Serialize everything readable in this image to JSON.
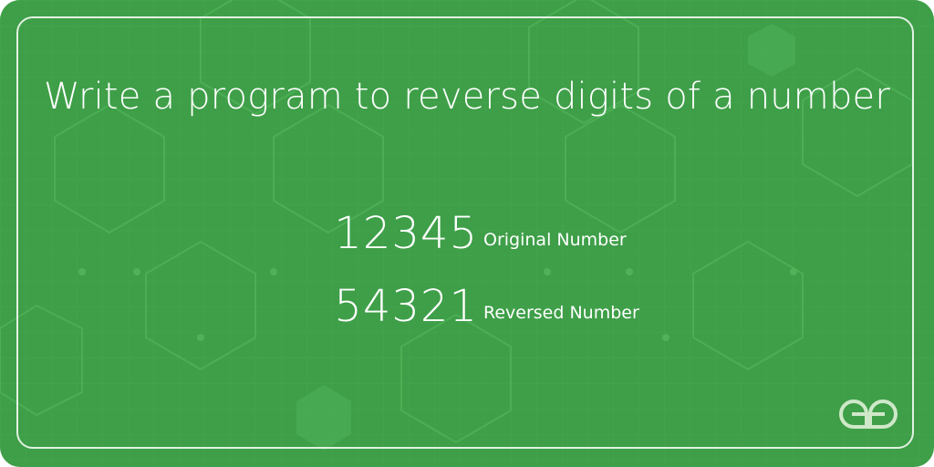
{
  "title": "Write a program to reverse digits of a number",
  "original": {
    "value": "12345",
    "label": "Original Number"
  },
  "reversed": {
    "value": "54321",
    "label": "Reversed Number"
  },
  "logo": {
    "icon": "gfg-logo-icon"
  },
  "colors": {
    "background": "#3e9f48",
    "pattern": "#4aad52",
    "text": "#ffffff",
    "logo": "#cfe8c9"
  }
}
